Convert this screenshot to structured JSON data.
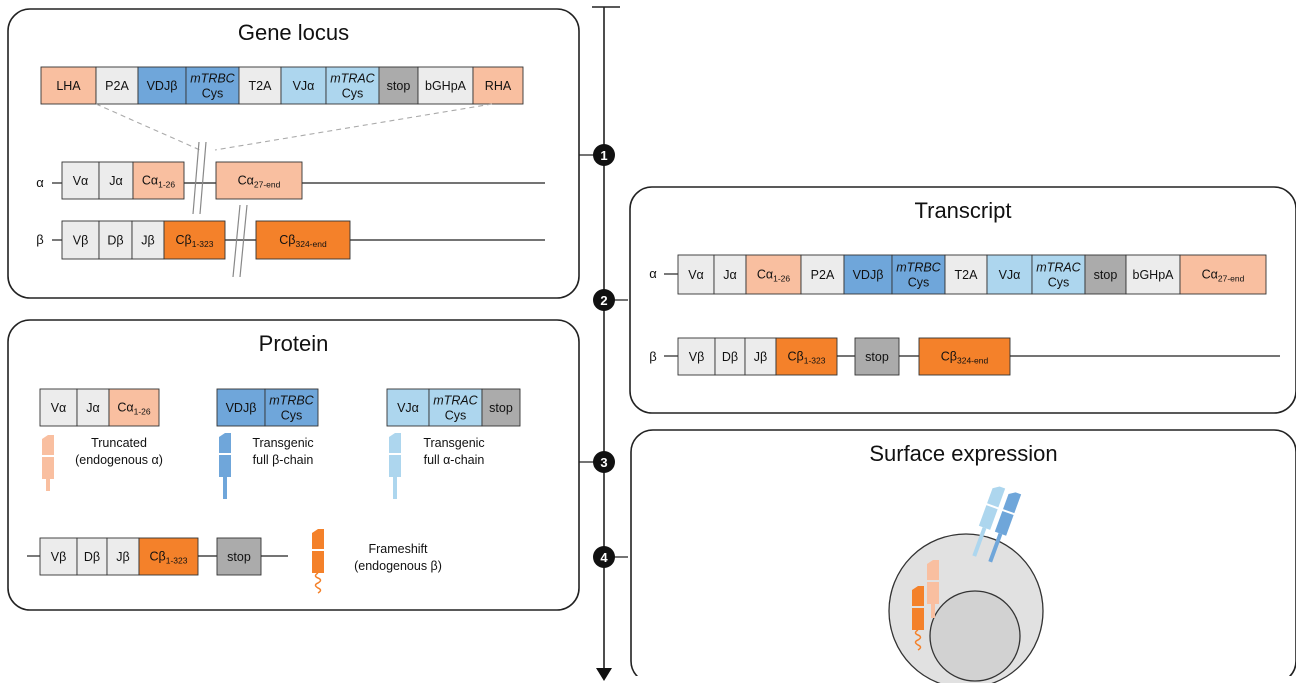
{
  "colors": {
    "peach": "#F9BFA0",
    "orange": "#F4812A",
    "light_gray": "#ECECEC",
    "dark_gray": "#ABABAB",
    "mid_blue": "#6FA6DA",
    "light_blue": "#ADD6EE",
    "panel_border": "#222222"
  },
  "panels": {
    "gene_locus": {
      "title": "Gene locus"
    },
    "transcript": {
      "title": "Transcript"
    },
    "protein": {
      "title": "Protein"
    },
    "surface": {
      "title": "Surface expression"
    }
  },
  "steps": [
    "1",
    "2",
    "3",
    "4"
  ],
  "chain_labels": {
    "alpha": "α",
    "beta": "β"
  },
  "blocks": {
    "LHA": "LHA",
    "P2A": "P2A",
    "VDJb": "VDJβ",
    "mTRBC": "mTRBC",
    "Cys": "Cys",
    "T2A": "T2A",
    "VJa": "VJα",
    "mTRAC": "mTRAC",
    "stop": "stop",
    "bGHpA": "bGHpA",
    "RHA": "RHA",
    "Va": "Vα",
    "Ja": "Jα",
    "Ca": "Cα",
    "Ca_sub1": "1-26",
    "Ca_sub2": "27-end",
    "Vb": "Vβ",
    "Db": "Dβ",
    "Jb": "Jβ",
    "Cb": "Cβ",
    "Cb_sub1": "1-323",
    "Cb_sub2": "324-end"
  },
  "legend": {
    "truncated": [
      "Truncated",
      "(endogenous α)"
    ],
    "beta_tg": [
      "Transgenic",
      "full β-chain"
    ],
    "alpha_tg": [
      "Transgenic",
      "full α-chain"
    ],
    "frameshift": [
      "Frameshift",
      "(endogenous β)"
    ]
  }
}
